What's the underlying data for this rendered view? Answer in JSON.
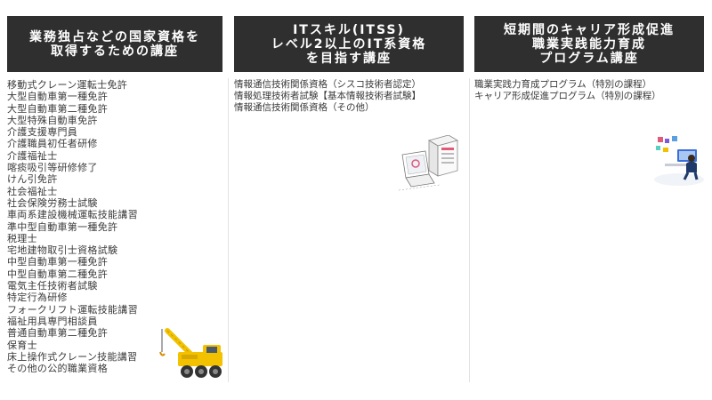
{
  "columns": [
    {
      "title": "業務独占などの国家資格を\n取得するための講座",
      "items": [
        "移動式クレーン運転士免許",
        "大型自動車第一種免許",
        "大型自動車第二種免許",
        "大型特殊自動車免許",
        "介護支援専門員",
        "介護職員初任者研修",
        "介護福祉士",
        "喀痰吸引等研修修了",
        "けん引免許",
        "社会福祉士",
        "社会保険労務士試験",
        "車両系建設機械運転技能講習",
        "準中型自動車第一種免許",
        "税理士",
        "宅地建物取引士資格試験",
        "中型自動車第一種免許",
        "中型自動車第二種免許",
        "電気主任技術者試験",
        "特定行為研修",
        "フォークリフト運転技能講習",
        "福祉用具専門相談員",
        "普通自動車第二種免許",
        "保育士",
        "床上操作式クレーン技能講習",
        "その他の公的職業資格"
      ]
    },
    {
      "title": "ITスキル(ITSS)\nレベル2以上のIT系資格\nを目指す講座",
      "items": [
        "情報通信技術関係資格（シスコ技術者認定）",
        "情報処理技術者試験【基本情報技術者試験】",
        "情報通信技術関係資格（その他）"
      ]
    },
    {
      "title": "短期間のキャリア形成促進\n職業実践能力育成\nプログラム講座",
      "items": [
        "職業実践力育成プログラム（特別の課程）",
        "キャリア形成促進プログラム（特別の課程）"
      ]
    }
  ],
  "illustrations": {
    "crane": "crane-truck-icon",
    "computer": "computer-server-icon",
    "people": "office-workers-icon"
  },
  "colors": {
    "header_bg": "#2f2f2f",
    "header_text": "#ffffff",
    "body_text": "#3a3a3a",
    "crane_yellow": "#f2c200"
  }
}
